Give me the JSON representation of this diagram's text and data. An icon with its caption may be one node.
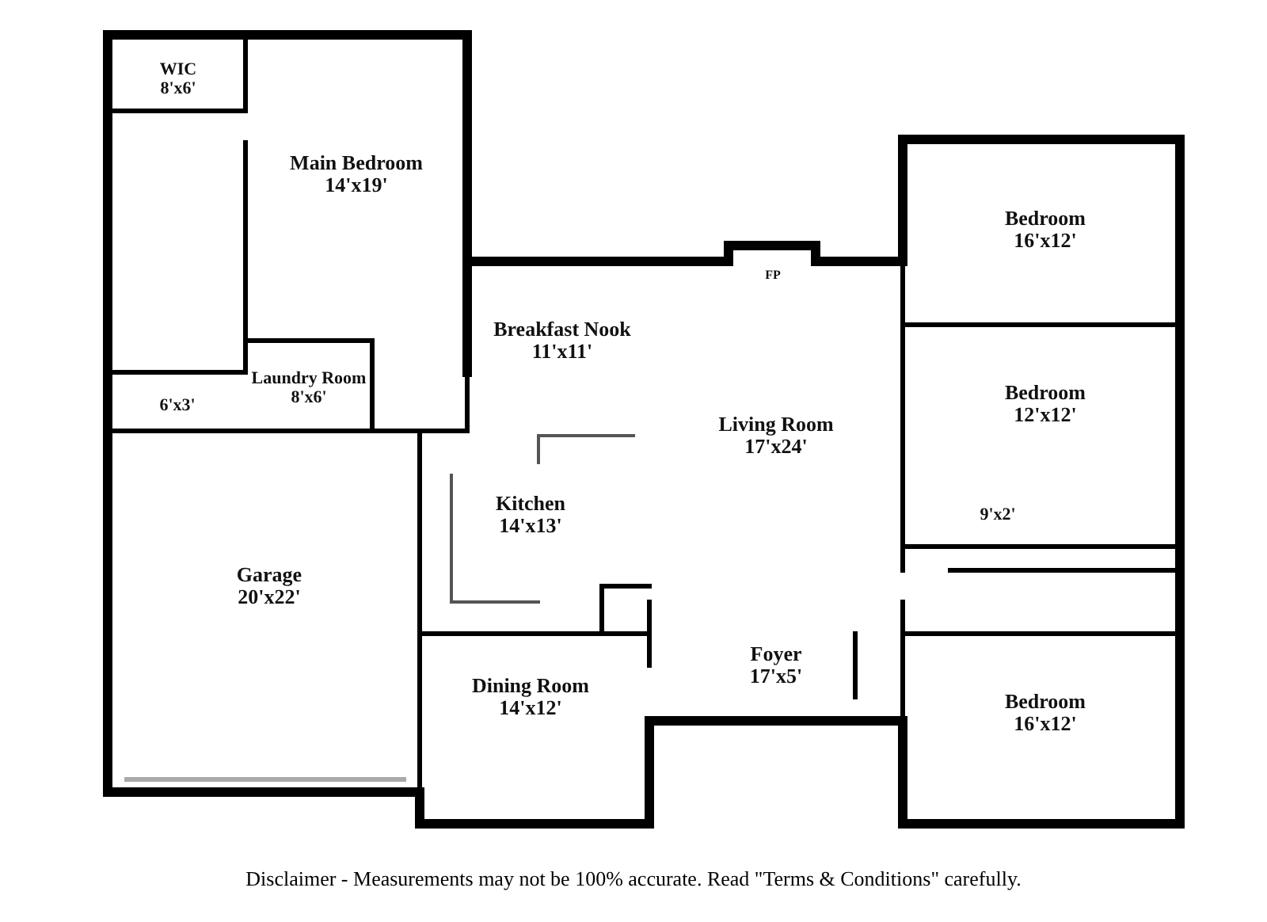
{
  "diagram": {
    "nodes": [
      {
        "text": [
          "WIC",
          "8'x6'"
        ]
      },
      {
        "text": [
          "Main Bedroom",
          "14'x19'"
        ]
      },
      {
        "text": [
          "Bedroom",
          "16'x12'"
        ]
      },
      {
        "text": [
          "Breakfast Nook",
          "11'x11'"
        ]
      },
      {
        "text": [
          "FP"
        ]
      },
      {
        "text": [
          "Laundry Room",
          "8'x6'"
        ]
      },
      {
        "text": [
          "6'x3'"
        ]
      },
      {
        "text": [
          "Bedroom",
          "12'x12'"
        ]
      },
      {
        "text": [
          "Living Room",
          "17'x24'"
        ]
      },
      {
        "text": [
          "Kitchen",
          "14'x13'"
        ]
      },
      {
        "text": [
          "Garage",
          "20'x22'"
        ]
      },
      {
        "text": [
          "9'x2'"
        ]
      },
      {
        "text": [
          "Foyer",
          "17'x5'"
        ]
      },
      {
        "text": [
          "Dining Room",
          "14'x12'"
        ]
      },
      {
        "text": [
          "Bedroom",
          "16'x12'"
        ]
      }
    ],
    "edges": [],
    "labels": [
      "Disclaimer - Measurements may not be 100% accurate. Read \"Terms & Conditions\" carefully."
    ]
  }
}
